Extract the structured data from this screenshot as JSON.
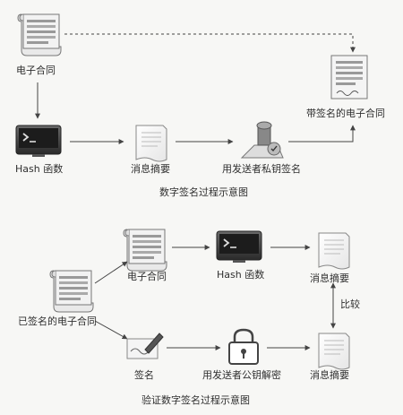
{
  "sign_process": {
    "contract_label": "电子合同",
    "hash_label": "Hash 函数",
    "digest_label": "消息摘要",
    "sign_label": "用发送者私钥签名",
    "signed_contract_label": "带签名的电子合同",
    "caption": "数字签名过程示意图"
  },
  "verify_process": {
    "signed_contract_label": "已签名的电子合同",
    "contract_label": "电子合同",
    "hash_label": "Hash 函数",
    "digest_top_label": "消息摘要",
    "compare_label": "比较",
    "signature_label": "签名",
    "decrypt_label": "用发送者公钥解密",
    "digest_bottom_label": "消息摘要",
    "caption": "验证数字签名过程示意图"
  },
  "icons": {
    "contract": "scroll-document-icon",
    "terminal": "terminal-icon",
    "digest": "paper-sheet-icon",
    "stamp": "seal-stamp-icon",
    "signed_contract": "signed-document-icon",
    "signature": "pen-signature-icon",
    "lock": "padlock-key-icon"
  }
}
